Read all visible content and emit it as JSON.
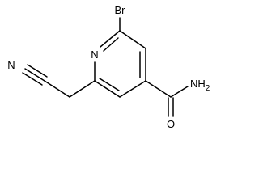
{
  "molecule": {
    "atoms": {
      "bromine": "Br",
      "ring_nitrogen": "N",
      "nitrile_nitrogen": "N",
      "amide_amine": "NH2",
      "amide_oxygen": "O"
    }
  }
}
